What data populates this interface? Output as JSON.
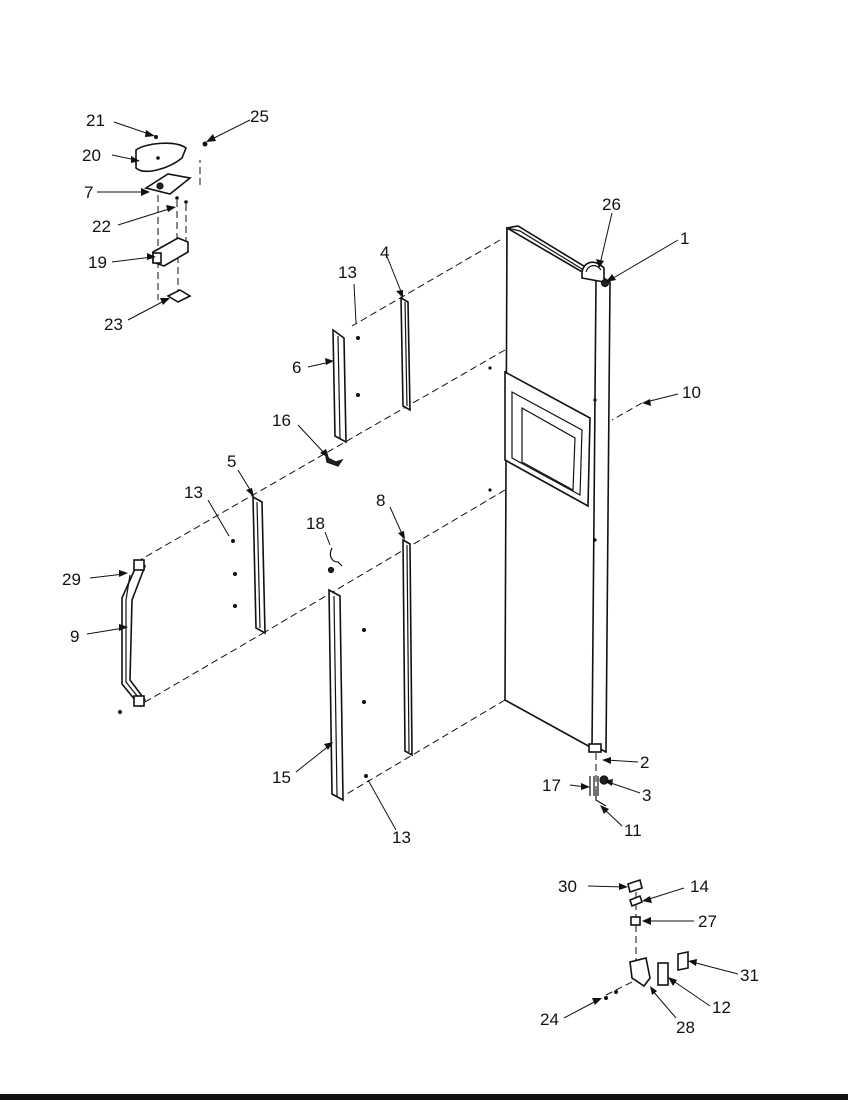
{
  "callouts": {
    "c1": "1",
    "c2": "2",
    "c3": "3",
    "c4": "4",
    "c5": "5",
    "c6": "6",
    "c7": "7",
    "c8": "8",
    "c9": "9",
    "c10": "10",
    "c11": "11",
    "c12": "12",
    "c13a": "13",
    "c13b": "13",
    "c13c": "13",
    "c14": "14",
    "c15": "15",
    "c16": "16",
    "c17": "17",
    "c18": "18",
    "c19": "19",
    "c20": "20",
    "c21": "21",
    "c22": "22",
    "c23": "23",
    "c24": "24",
    "c25": "25",
    "c26": "26",
    "c27": "27",
    "c28": "28",
    "c29": "29",
    "c30": "30",
    "c31": "31"
  }
}
